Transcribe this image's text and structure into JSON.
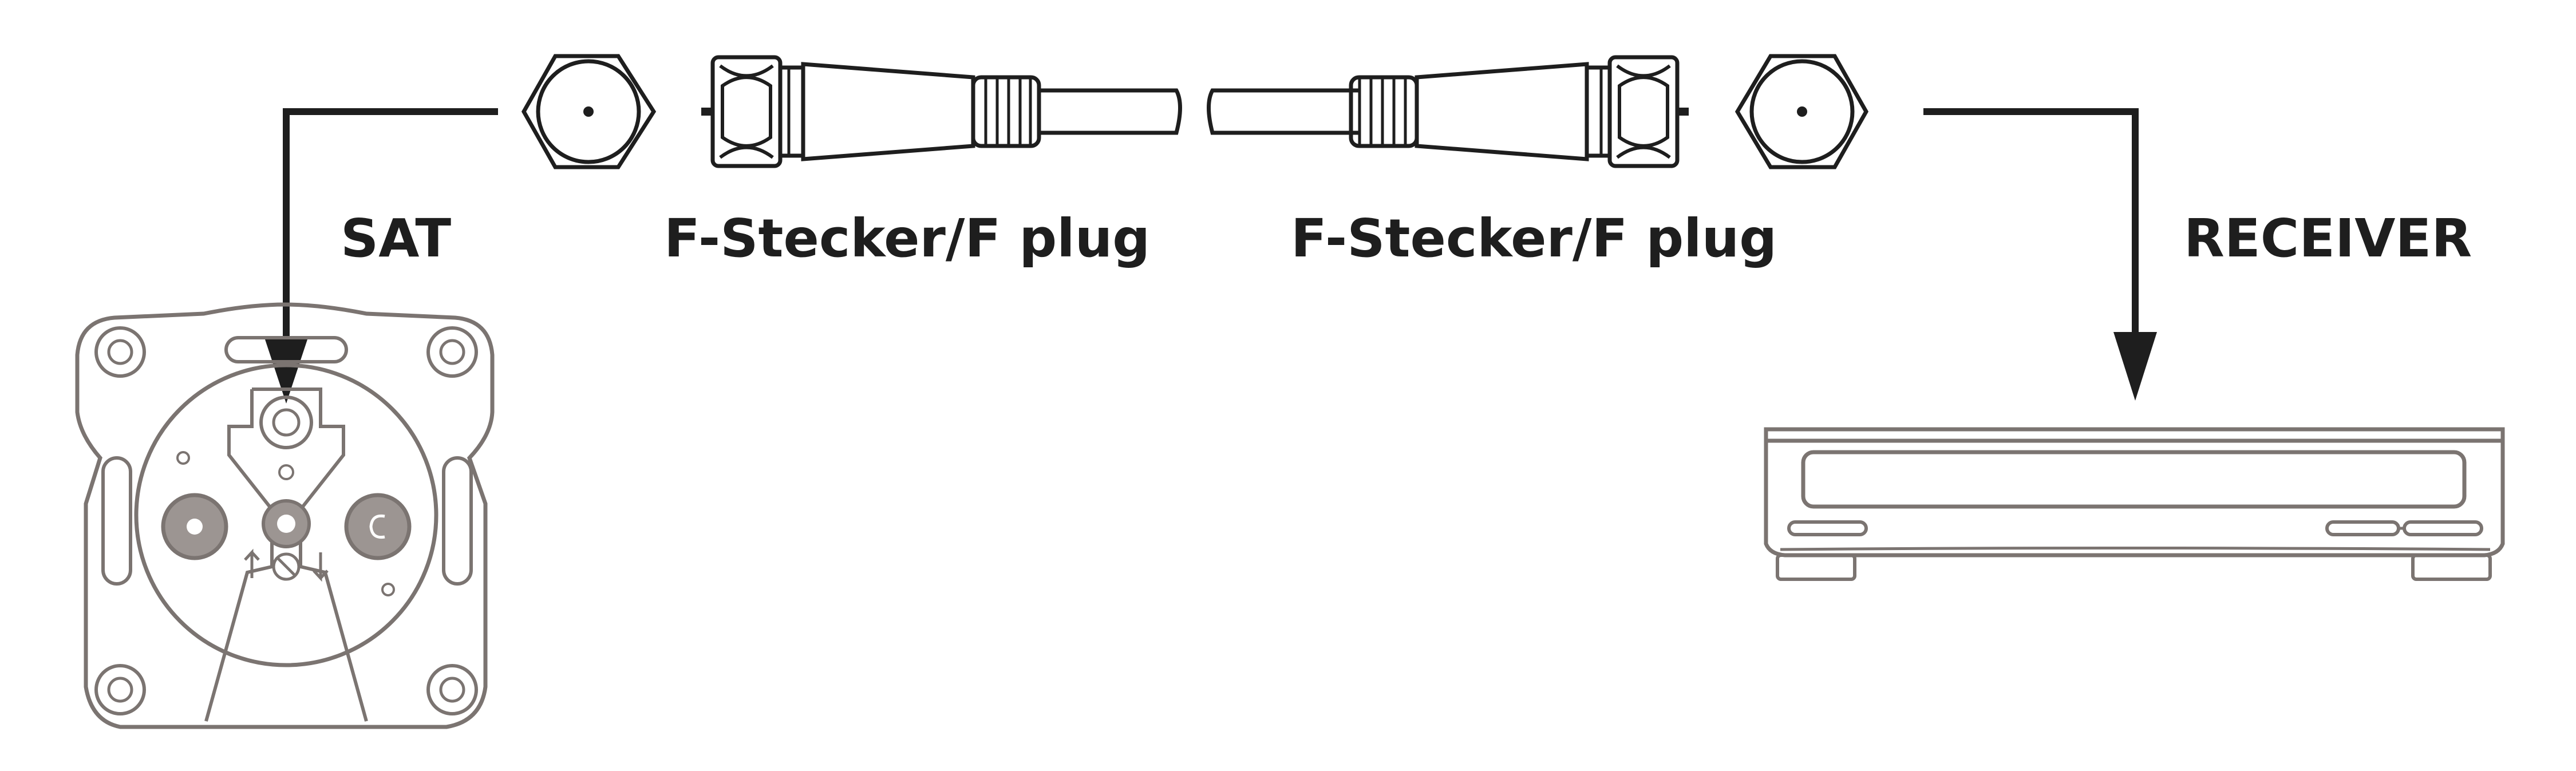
{
  "labels": {
    "sat": "SAT",
    "plug_left": "F-Stecker/F plug",
    "plug_right": "F-Stecker/F plug",
    "receiver": "RECEIVER"
  },
  "colors": {
    "ink": "#1e1e1e",
    "device_outline": "#7b7471",
    "device_fill": "#9c9592"
  },
  "icons": {
    "wall_socket": "sat-wall-socket-icon",
    "receiver": "receiver-box-icon",
    "f_plug": "f-plug-connector-icon",
    "socket_port": "hex-socket-port-icon"
  }
}
